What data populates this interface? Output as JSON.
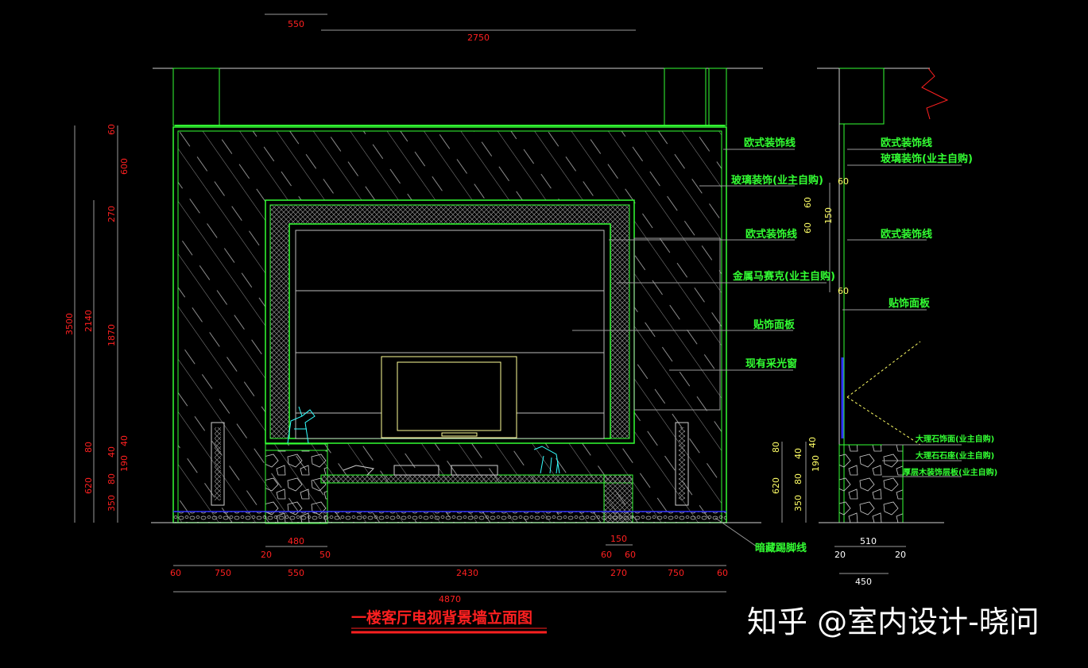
{
  "title": "一楼客厅电视背景墙立面图",
  "watermark": "知乎 @室内设计-晓问",
  "colors": {
    "background": "#000000",
    "linework": "#00ff00",
    "dimension_text": "#ff2020",
    "label_text": "#33ff33",
    "title_text": "#ff2020",
    "hatch": "#9a9a9a",
    "grey_lines": "#a0a0a0",
    "tv": "#ffff99",
    "sculpture": "#33ffff",
    "watermark": "#ffffff",
    "floor_line": "#3030ff"
  },
  "labels_main": [
    "欧式装饰线",
    "玻璃装饰(业主自购)",
    "欧式装饰线",
    "金属马赛克(业主自购)",
    "贴饰面板",
    "现有采光窗"
  ],
  "label_baseboard": "暗藏踢脚线",
  "labels_side": [
    "欧式装饰线",
    "玻璃装饰(业主自购)",
    "欧式装饰线",
    "贴饰面板"
  ],
  "labels_side_small": [
    "大理石饰面(业主自购)",
    "大理石石座(业主自购)",
    "厚层木装饰层板(业主自购)"
  ],
  "dims_top": [
    "550",
    "2750"
  ],
  "dims_left_outer": [
    "3500"
  ],
  "dims_left_mid": [
    "2140",
    "620"
  ],
  "dims_left_inner": [
    "60",
    "600",
    "270",
    "1870",
    "40",
    "40",
    "190",
    "80",
    "350"
  ],
  "dims_left_inner2": [
    "80"
  ],
  "dims_bottom_row1": [
    "480",
    "150",
    "20",
    "50",
    "60",
    "60"
  ],
  "dims_bottom_row2": [
    "60",
    "750",
    "550",
    "2430",
    "270",
    "750",
    "60"
  ],
  "dims_bottom_total": "4870",
  "dims_side_v": [
    "60",
    "60",
    "150",
    "60",
    "60"
  ],
  "dims_side_bottom": [
    "40",
    "40",
    "190",
    "80",
    "350",
    "80",
    "620"
  ],
  "dims_side_h": [
    "510",
    "20",
    "20",
    "450"
  ]
}
